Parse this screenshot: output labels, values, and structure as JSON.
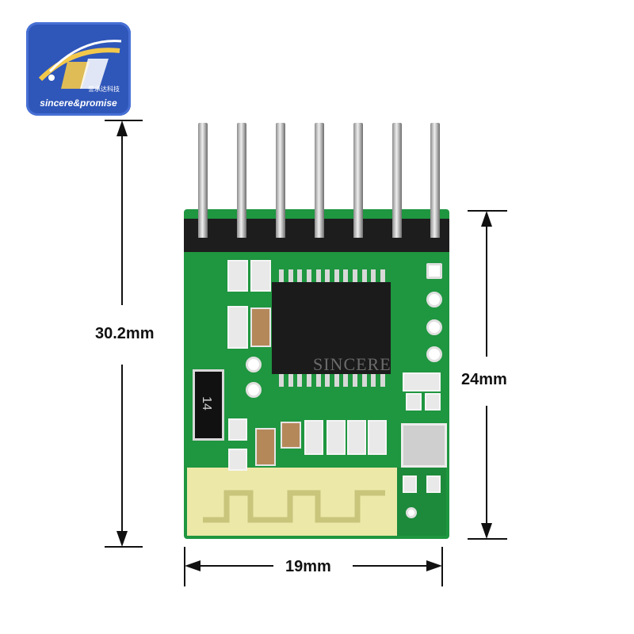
{
  "logo": {
    "brand_text": "sincere&promise",
    "brand_cn": "誉承达科技",
    "colors": {
      "background": "#2f56b9",
      "swoosh": "#f3c84a"
    }
  },
  "dimensions": {
    "height_label": "30.2mm",
    "board_height_label": "24mm",
    "width_label": "19mm"
  },
  "watermark": "SINCERE",
  "component_marks": {
    "diode": "14"
  },
  "colors": {
    "pcb": "#1f9640",
    "header": "#1d1d1d",
    "antenna": "#ece8a8"
  }
}
